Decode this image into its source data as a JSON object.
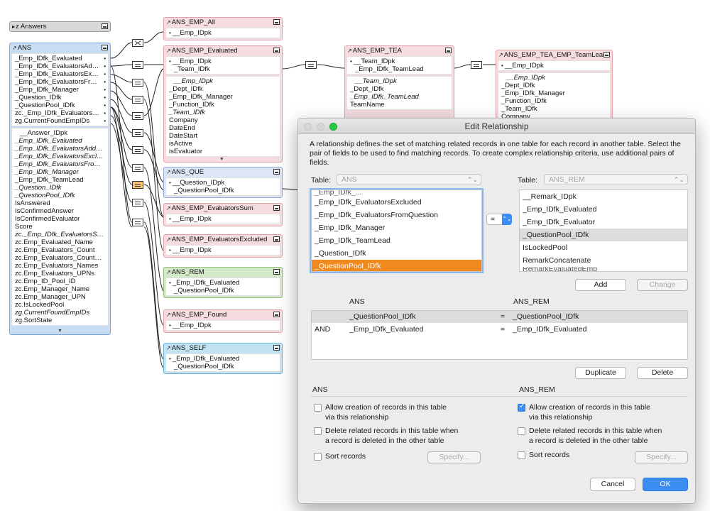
{
  "graph": {
    "z_answers": {
      "title": "z Answers"
    },
    "ans": {
      "title": "ANS",
      "top_fields": [
        "_Emp_IDfk_Evaluated",
        "_Emp_IDfk_EvaluatorsAd…",
        "_Emp_IDfk_EvaluatorsEx…",
        "_Emp_IDfk_EvaluatorsFr…",
        "_Emp_IDfk_Manager",
        "_Question_IDfk",
        "_QuestionPool_IDfk",
        "zc._Emp_IDfk_Evaluators…",
        "zg.CurrentFoundEmpIDs"
      ],
      "fields": [
        {
          "t": "__Answer_IDpk",
          "i": false,
          "ind": true
        },
        {
          "t": "_Emp_IDfk_Evaluated",
          "i": true,
          "ind": false
        },
        {
          "t": "_Emp_IDfk_EvaluatorsAdd…",
          "i": true,
          "ind": false
        },
        {
          "t": "_Emp_IDfk_EvaluatorsExcl…",
          "i": true,
          "ind": false
        },
        {
          "t": "_Emp_IDfk_EvaluatorsFro…",
          "i": true,
          "ind": false
        },
        {
          "t": "_Emp_IDfk_Manager",
          "i": true,
          "ind": false
        },
        {
          "t": "_Emp_IDfk_TeamLead",
          "i": false,
          "ind": false
        },
        {
          "t": "_Question_IDfk",
          "i": true,
          "ind": false
        },
        {
          "t": "_QuestionPool_IDfk",
          "i": true,
          "ind": false
        },
        {
          "t": "IsAnswered",
          "i": false,
          "ind": false
        },
        {
          "t": "IsConfirmedAnswer",
          "i": false,
          "ind": false
        },
        {
          "t": "IsConfirmedEvaluator",
          "i": false,
          "ind": false
        },
        {
          "t": "Score",
          "i": false,
          "ind": false
        },
        {
          "t": "zc._Emp_IDfk_EvaluatorsS…",
          "i": true,
          "ind": false
        },
        {
          "t": "zc.Emp_Evaluated_Name",
          "i": false,
          "ind": false
        },
        {
          "t": "zc.Emp_Evaluators_Count",
          "i": false,
          "ind": false
        },
        {
          "t": "zc.Emp_Evaluators_Count…",
          "i": false,
          "ind": false
        },
        {
          "t": "zc.Emp_Evaluators_Names",
          "i": false,
          "ind": false
        },
        {
          "t": "zc.Emp_Evaluators_UPNs",
          "i": false,
          "ind": false
        },
        {
          "t": "zc.Emp_ID_Pool_ID",
          "i": false,
          "ind": false
        },
        {
          "t": "zc.Emp_Manager_Name",
          "i": false,
          "ind": false
        },
        {
          "t": "zc.Emp_Manager_UPN",
          "i": false,
          "ind": false
        },
        {
          "t": "zc.IsLockedPool",
          "i": false,
          "ind": false
        },
        {
          "t": "zg.CurrentFoundEmpIDs",
          "i": true,
          "ind": false
        },
        {
          "t": "zg.SortState",
          "i": false,
          "ind": false
        }
      ]
    },
    "emp_all": {
      "title": "ANS_EMP_All",
      "keys": [
        "__Emp_IDpk"
      ]
    },
    "emp_evaluated": {
      "title": "ANS_EMP_Evaluated",
      "keys": [
        "__Emp_IDpk",
        "_Team_IDfk"
      ],
      "fields": [
        {
          "t": "__Emp_IDpk",
          "i": true,
          "ind": true
        },
        {
          "t": "_Dept_IDfk",
          "i": false,
          "ind": false
        },
        {
          "t": "_Emp_IDfk_Manager",
          "i": false,
          "ind": false
        },
        {
          "t": "_Function_IDfk",
          "i": false,
          "ind": false
        },
        {
          "t": "_Team_IDfk",
          "i": true,
          "ind": false
        },
        {
          "t": "Company",
          "i": false,
          "ind": false
        },
        {
          "t": "DateEnd",
          "i": false,
          "ind": false
        },
        {
          "t": "DateStart",
          "i": false,
          "ind": false
        },
        {
          "t": "isActive",
          "i": false,
          "ind": false
        },
        {
          "t": "isEvaluator",
          "i": false,
          "ind": false
        }
      ]
    },
    "emp_tea": {
      "title": "ANS_EMP_TEA",
      "keys": [
        "__Team_IDpk",
        "_Emp_IDfk_TeamLead"
      ],
      "fields": [
        {
          "t": "__Team_IDpk",
          "i": true,
          "ind": true
        },
        {
          "t": "_Dept_IDfk",
          "i": false,
          "ind": false
        },
        {
          "t": "_Emp_IDfk_TeamLead",
          "i": true,
          "ind": false
        },
        {
          "t": "TeamName",
          "i": false,
          "ind": false
        }
      ]
    },
    "emp_tea_emp": {
      "title": "ANS_EMP_TEA_EMP_TeamLead",
      "keys": [
        "__Emp_IDpk"
      ],
      "fields": [
        {
          "t": "__Emp_IDpk",
          "i": true,
          "ind": true
        },
        {
          "t": "_Dept_IDfk",
          "i": false,
          "ind": false
        },
        {
          "t": "_Emp_IDfk_Manager",
          "i": false,
          "ind": false
        },
        {
          "t": "_Function_IDfk",
          "i": false,
          "ind": false
        },
        {
          "t": "_Team_IDfk",
          "i": false,
          "ind": false
        },
        {
          "t": "Company",
          "i": false,
          "ind": false
        }
      ]
    },
    "que": {
      "title": "ANS_QUE",
      "keys": [
        "__Question_IDpk",
        "_QuestionPool_IDfk"
      ]
    },
    "evaluators_sum": {
      "title": "ANS_EMP_EvaluatorsSum",
      "keys": [
        "__Emp_IDpk"
      ]
    },
    "evaluators_excluded": {
      "title": "ANS_EMP_EvaluatorsExcluded",
      "keys": [
        "__Emp_IDpk"
      ]
    },
    "rem": {
      "title": "ANS_REM",
      "keys": [
        "_Emp_IDfk_Evaluated",
        "_QuestionPool_IDfk"
      ]
    },
    "emp_found": {
      "title": "ANS_EMP_Found",
      "keys": [
        "__Emp_IDpk"
      ]
    },
    "self": {
      "title": "ANS_SELF",
      "keys": [
        "_Emp_IDfk_Evaluated",
        "_QuestionPool_IDfk"
      ]
    }
  },
  "dialog": {
    "title": "Edit Relationship",
    "description": "A relationship defines the set of matching related records in one table for each record in another table. Select the pair of fields to be used to find matching records. To create complex relationship criteria, use additional pairs of fields.",
    "left": {
      "table_label": "Table:",
      "table_value": "ANS",
      "cut_item": "_Emp_IDfk_...",
      "items": [
        "_Emp_IDfk_EvaluatorsExcluded",
        "_Emp_IDfk_EvaluatorsFromQuestion",
        "_Emp_IDfk_Manager",
        "_Emp_IDfk_TeamLead",
        "_Question_IDfk",
        "_QuestionPool_IDfk"
      ],
      "selected_index": 5
    },
    "operator": "=",
    "right": {
      "table_label": "Table:",
      "table_value": "ANS_REM",
      "items": [
        "__Remark_IDpk",
        "_Emp_IDfk_Evaluated",
        "_Emp_IDfk_Evaluator",
        "_QuestionPool_IDfk",
        "IsLockedPool",
        "RemarkConcatenate"
      ],
      "cut_item": "RemarkEvaluatedEmp",
      "selected_index": 3
    },
    "add_label": "Add",
    "change_label": "Change",
    "criteria_header_left": "ANS",
    "criteria_header_right": "ANS_REM",
    "criteria": [
      {
        "conj": "",
        "left": "_QuestionPool_IDfk",
        "op": "=",
        "right": "_QuestionPool_IDfk"
      },
      {
        "conj": "AND",
        "left": "_Emp_IDfk_Evaluated",
        "op": "=",
        "right": "_Emp_IDfk_Evaluated"
      }
    ],
    "duplicate_label": "Duplicate",
    "delete_label": "Delete",
    "options_left_title": "ANS",
    "options_right_title": "ANS_REM",
    "opt_allow_l1": "Allow creation of records in this table",
    "opt_allow_l2": "via this relationship",
    "opt_delete_l1": "Delete related records in this table when",
    "opt_delete_l2": "a record is deleted in the other table",
    "opt_sort": "Sort records",
    "specify_label": "Specify...",
    "left_allow": false,
    "right_allow": true,
    "cancel_label": "Cancel",
    "ok_label": "OK"
  },
  "colors": {
    "selection_orange": "#f08a1f",
    "accent_blue": "#3b8df2"
  }
}
